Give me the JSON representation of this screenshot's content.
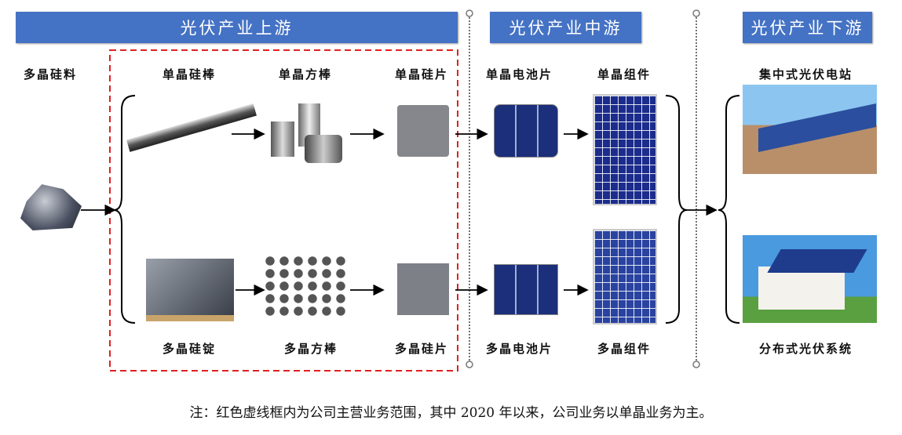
{
  "headers": {
    "upstream": "光伏产业上游",
    "midstream": "光伏产业中游",
    "downstream": "光伏产业下游"
  },
  "labels": {
    "polysilicon_material": "多晶硅料",
    "mono_rod": "单晶硅棒",
    "mono_square_rod": "单晶方棒",
    "mono_wafer": "单晶硅片",
    "mono_cell": "单晶电池片",
    "mono_module": "单晶组件",
    "centralized_station": "集中式光伏电站",
    "poly_ingot": "多晶硅锭",
    "poly_square_rod": "多晶方棒",
    "poly_wafer": "多晶硅片",
    "poly_cell": "多晶电池片",
    "poly_module": "多晶组件",
    "distributed_system": "分布式光伏系统"
  },
  "note": "注：红色虚线框内为公司主营业务范围，其中 2020 年以来，公司业务以单晶业务为主。",
  "colors": {
    "header": "#4472C4",
    "scope_box": "#E02020"
  }
}
